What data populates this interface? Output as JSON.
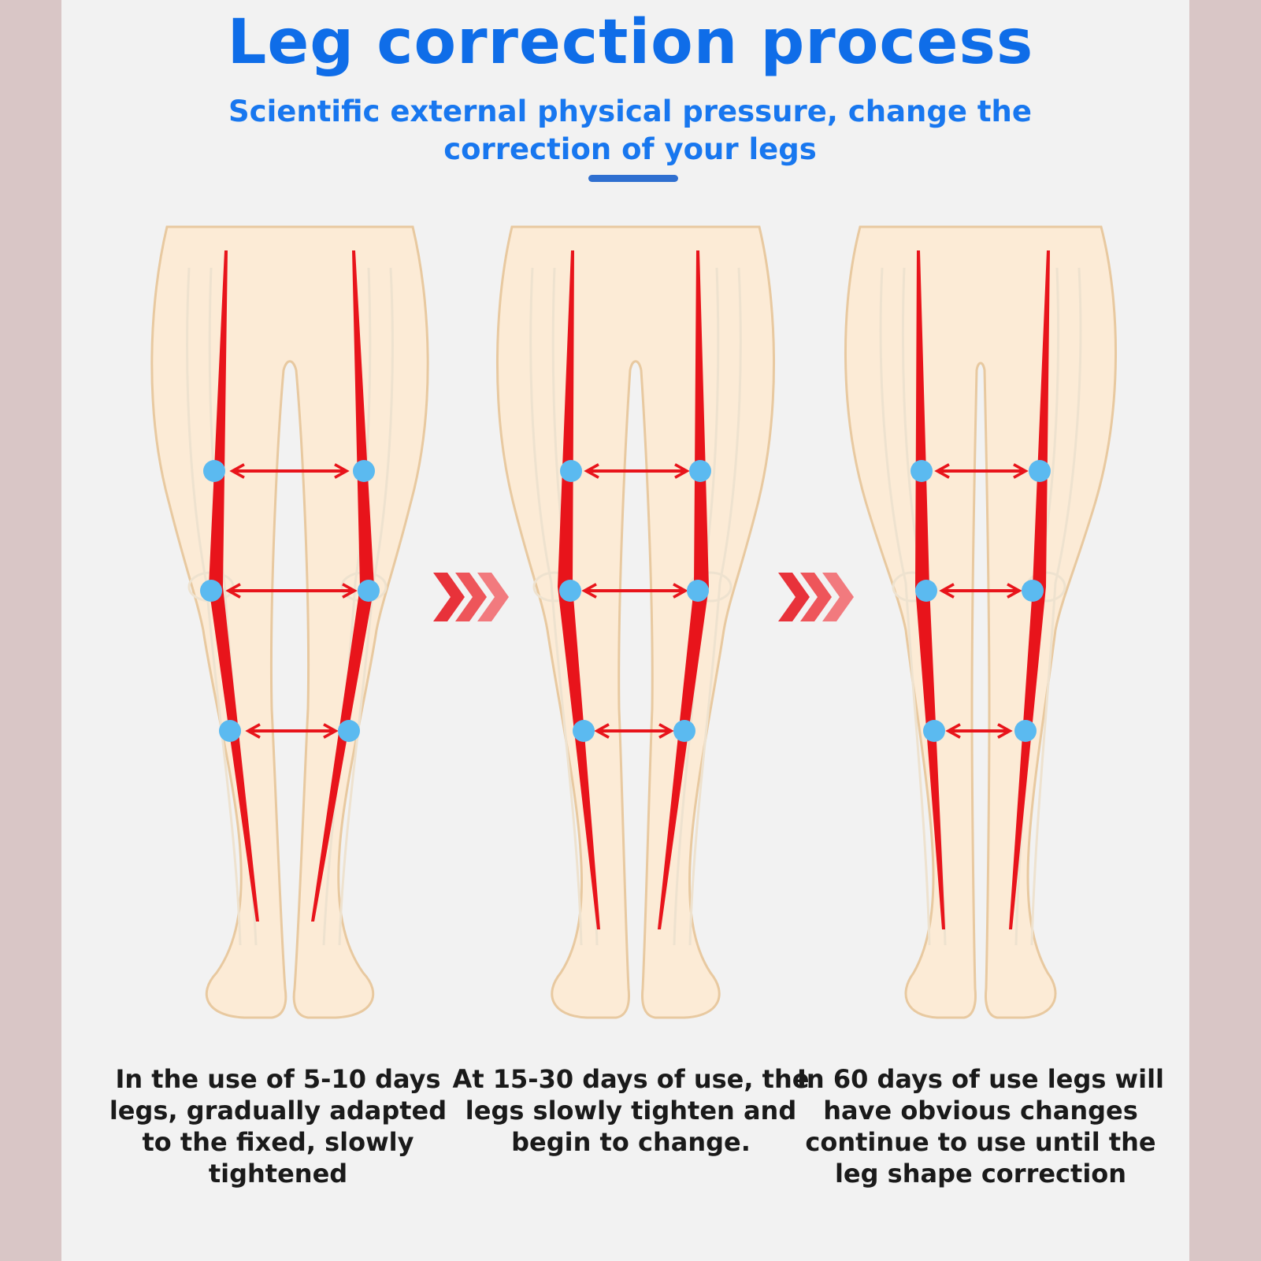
{
  "header": {
    "title": "Leg correction process",
    "subtitle": "Scientific external physical pressure, change the correction of your legs"
  },
  "stages": [
    {
      "caption": "In the use of 5-10 days legs, gradually adapted to the fixed, slowly tightened"
    },
    {
      "caption": "At 15-30 days of use, the legs slowly tighten and begin to change."
    },
    {
      "caption": "In 60 days of use legs will have obvious changes continue to use until the leg shape correction"
    }
  ],
  "colors": {
    "title": "#0f6de8",
    "axis_line": "#e8141b",
    "joint_dot": "#5bbaf0",
    "skin": "#fcebd6",
    "skin_outline": "#e8c9a0",
    "progress_arrow": "#e8323a"
  }
}
